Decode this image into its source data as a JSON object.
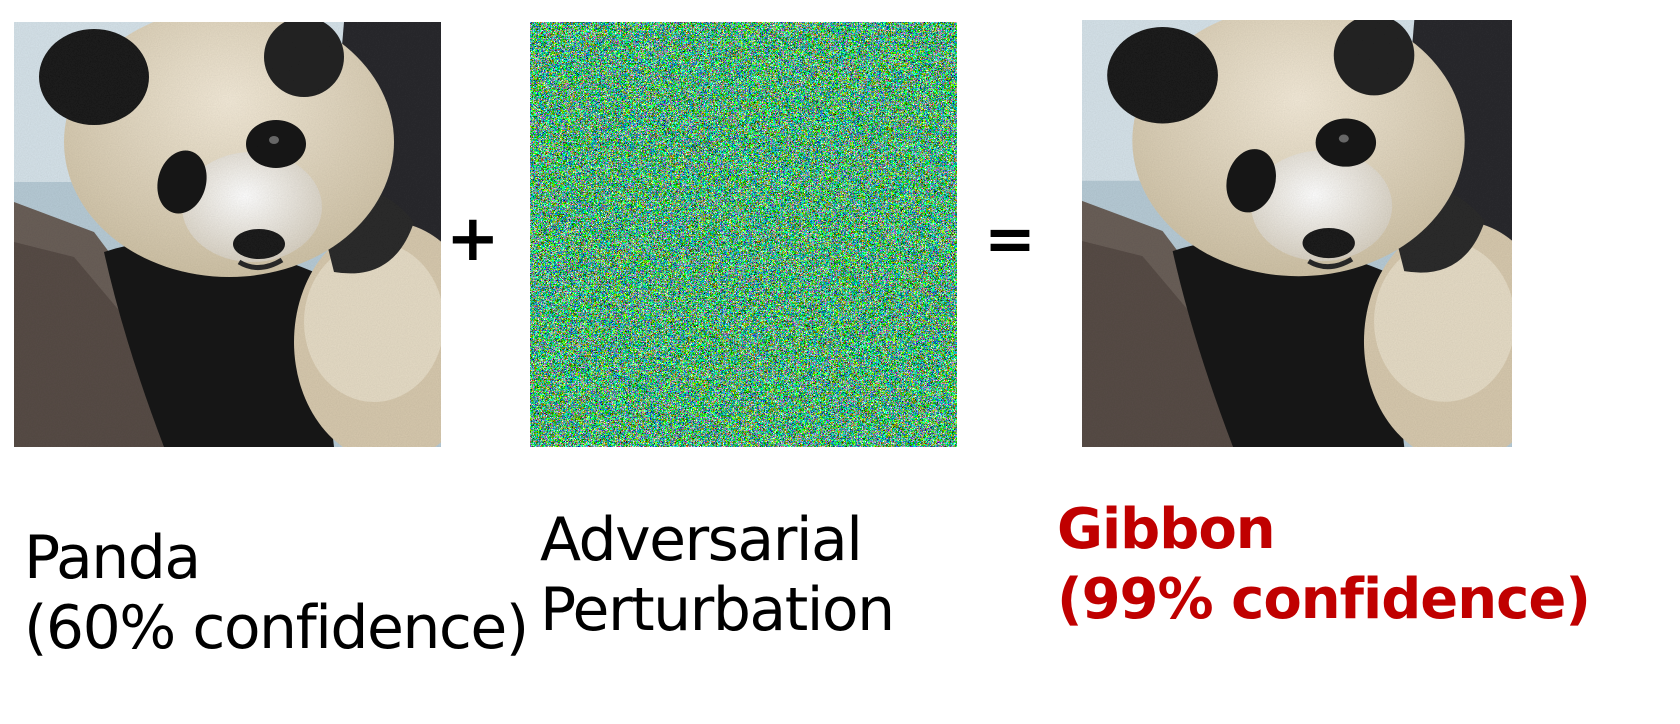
{
  "operators": {
    "plus": "+",
    "equals": "="
  },
  "captions": {
    "original": {
      "label": "Panda",
      "confidence": "(60% confidence)"
    },
    "perturbation": {
      "line1": "Adversarial",
      "line2": "Perturbation"
    },
    "result": {
      "label": "Gibbon",
      "confidence": "(99% confidence)"
    }
  },
  "colors": {
    "result_text": "#c00000",
    "text": "#000000"
  }
}
